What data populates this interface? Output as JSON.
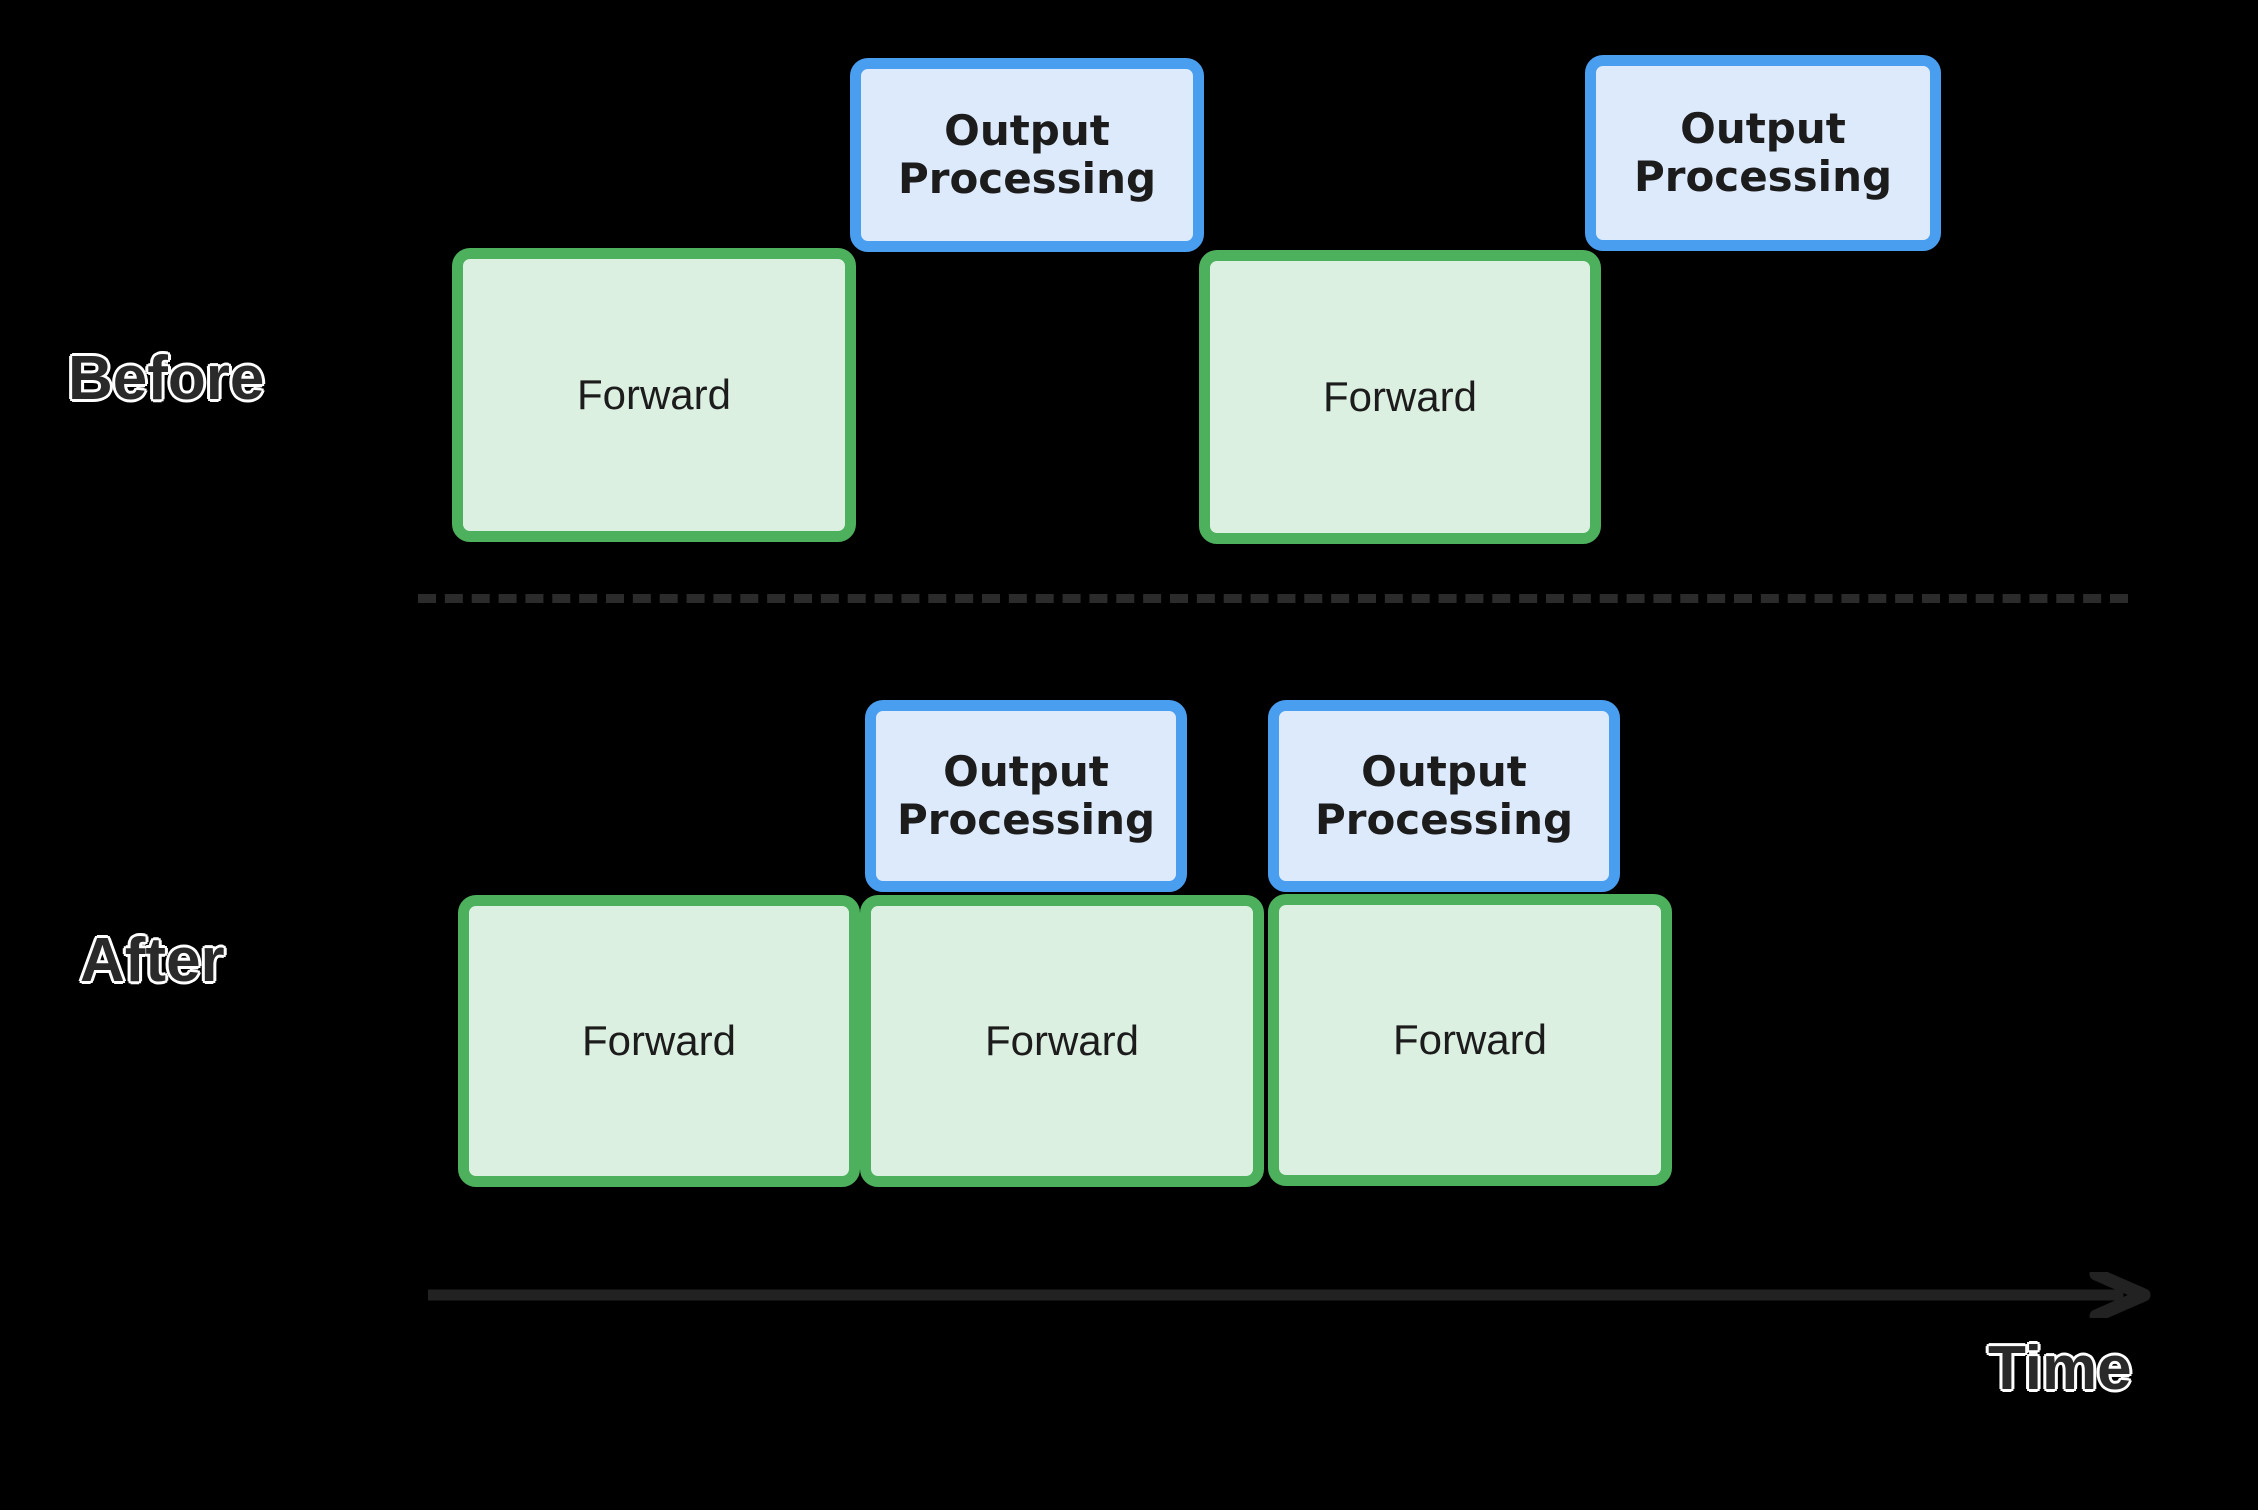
{
  "diagram": {
    "title": "",
    "background_color": "#000000",
    "colors": {
      "forward_fill": "#dcf0e1",
      "forward_border": "#4cb05c",
      "output_fill": "#ddeafb",
      "output_border": "#4a9ef0",
      "divider": "#2b2b2b",
      "axis": "#222222",
      "label_text": "#2a2a2a",
      "label_outline": "#ffffff"
    },
    "rows": [
      {
        "id": "before",
        "label": "Before",
        "blocks": [
          {
            "id": "before-forward-1",
            "type": "forward",
            "label": "Forward"
          },
          {
            "id": "before-output-1",
            "type": "output",
            "label": "Output\nProcessing"
          },
          {
            "id": "before-forward-2",
            "type": "forward",
            "label": "Forward"
          },
          {
            "id": "before-output-2",
            "type": "output",
            "label": "Output\nProcessing"
          }
        ]
      },
      {
        "id": "after",
        "label": "After",
        "blocks": [
          {
            "id": "after-output-1",
            "type": "output",
            "label": "Output\nProcessing"
          },
          {
            "id": "after-output-2",
            "type": "output",
            "label": "Output\nProcessing"
          },
          {
            "id": "after-forward-1",
            "type": "forward",
            "label": "Forward"
          },
          {
            "id": "after-forward-2",
            "type": "forward",
            "label": "Forward"
          },
          {
            "id": "after-forward-3",
            "type": "forward",
            "label": "Forward"
          }
        ]
      }
    ],
    "axis": {
      "label": "Time",
      "direction": "right",
      "arrowhead_icon": "arrow-right-icon"
    },
    "divider": {
      "style": "dashed"
    }
  }
}
